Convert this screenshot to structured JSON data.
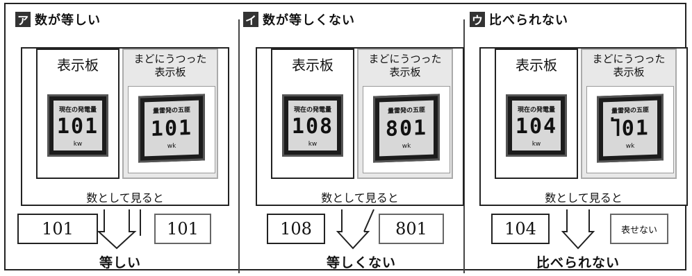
{
  "columns": [
    {
      "tag": "ア",
      "heading": "数が等しい",
      "left_caption": "表示板",
      "right_caption_line1": "まどにうつった",
      "right_caption_line2": "表示板",
      "left_label": "現在の発電量",
      "left_digits": "101",
      "left_unit": "kw",
      "right_label": "量雷発の五匪",
      "right_digits": "101",
      "right_unit": "wk",
      "see_as_number": "数として見ると",
      "left_value": "101",
      "right_value": "101",
      "result": "等しい"
    },
    {
      "tag": "イ",
      "heading": "数が等しくない",
      "left_caption": "表示板",
      "right_caption_line1": "まどにうつった",
      "right_caption_line2": "表示板",
      "left_label": "現在の発電量",
      "left_digits": "108",
      "left_unit": "kw",
      "right_label": "量雷発の五匪",
      "right_digits": "801",
      "right_unit": "wk",
      "see_as_number": "数として見ると",
      "left_value": "108",
      "right_value": "801",
      "result": "等しくない"
    },
    {
      "tag": "ウ",
      "heading": "比べられない",
      "left_caption": "表示板",
      "right_caption_line1": "まどにうつった",
      "right_caption_line2": "表示板",
      "left_label": "現在の発電量",
      "left_digits": "104",
      "left_unit": "kw",
      "right_label": "量雷発の五匪",
      "right_digits": "Ⴈ01",
      "right_unit": "wk",
      "see_as_number": "数として見ると",
      "left_value": "104",
      "right_value": "表せない",
      "result": "比べられない"
    }
  ],
  "colors": {
    "frame": "#222222",
    "tag_bg": "#333333",
    "screen": "#1c1c1c",
    "screen_face": "#d8d8d8"
  }
}
